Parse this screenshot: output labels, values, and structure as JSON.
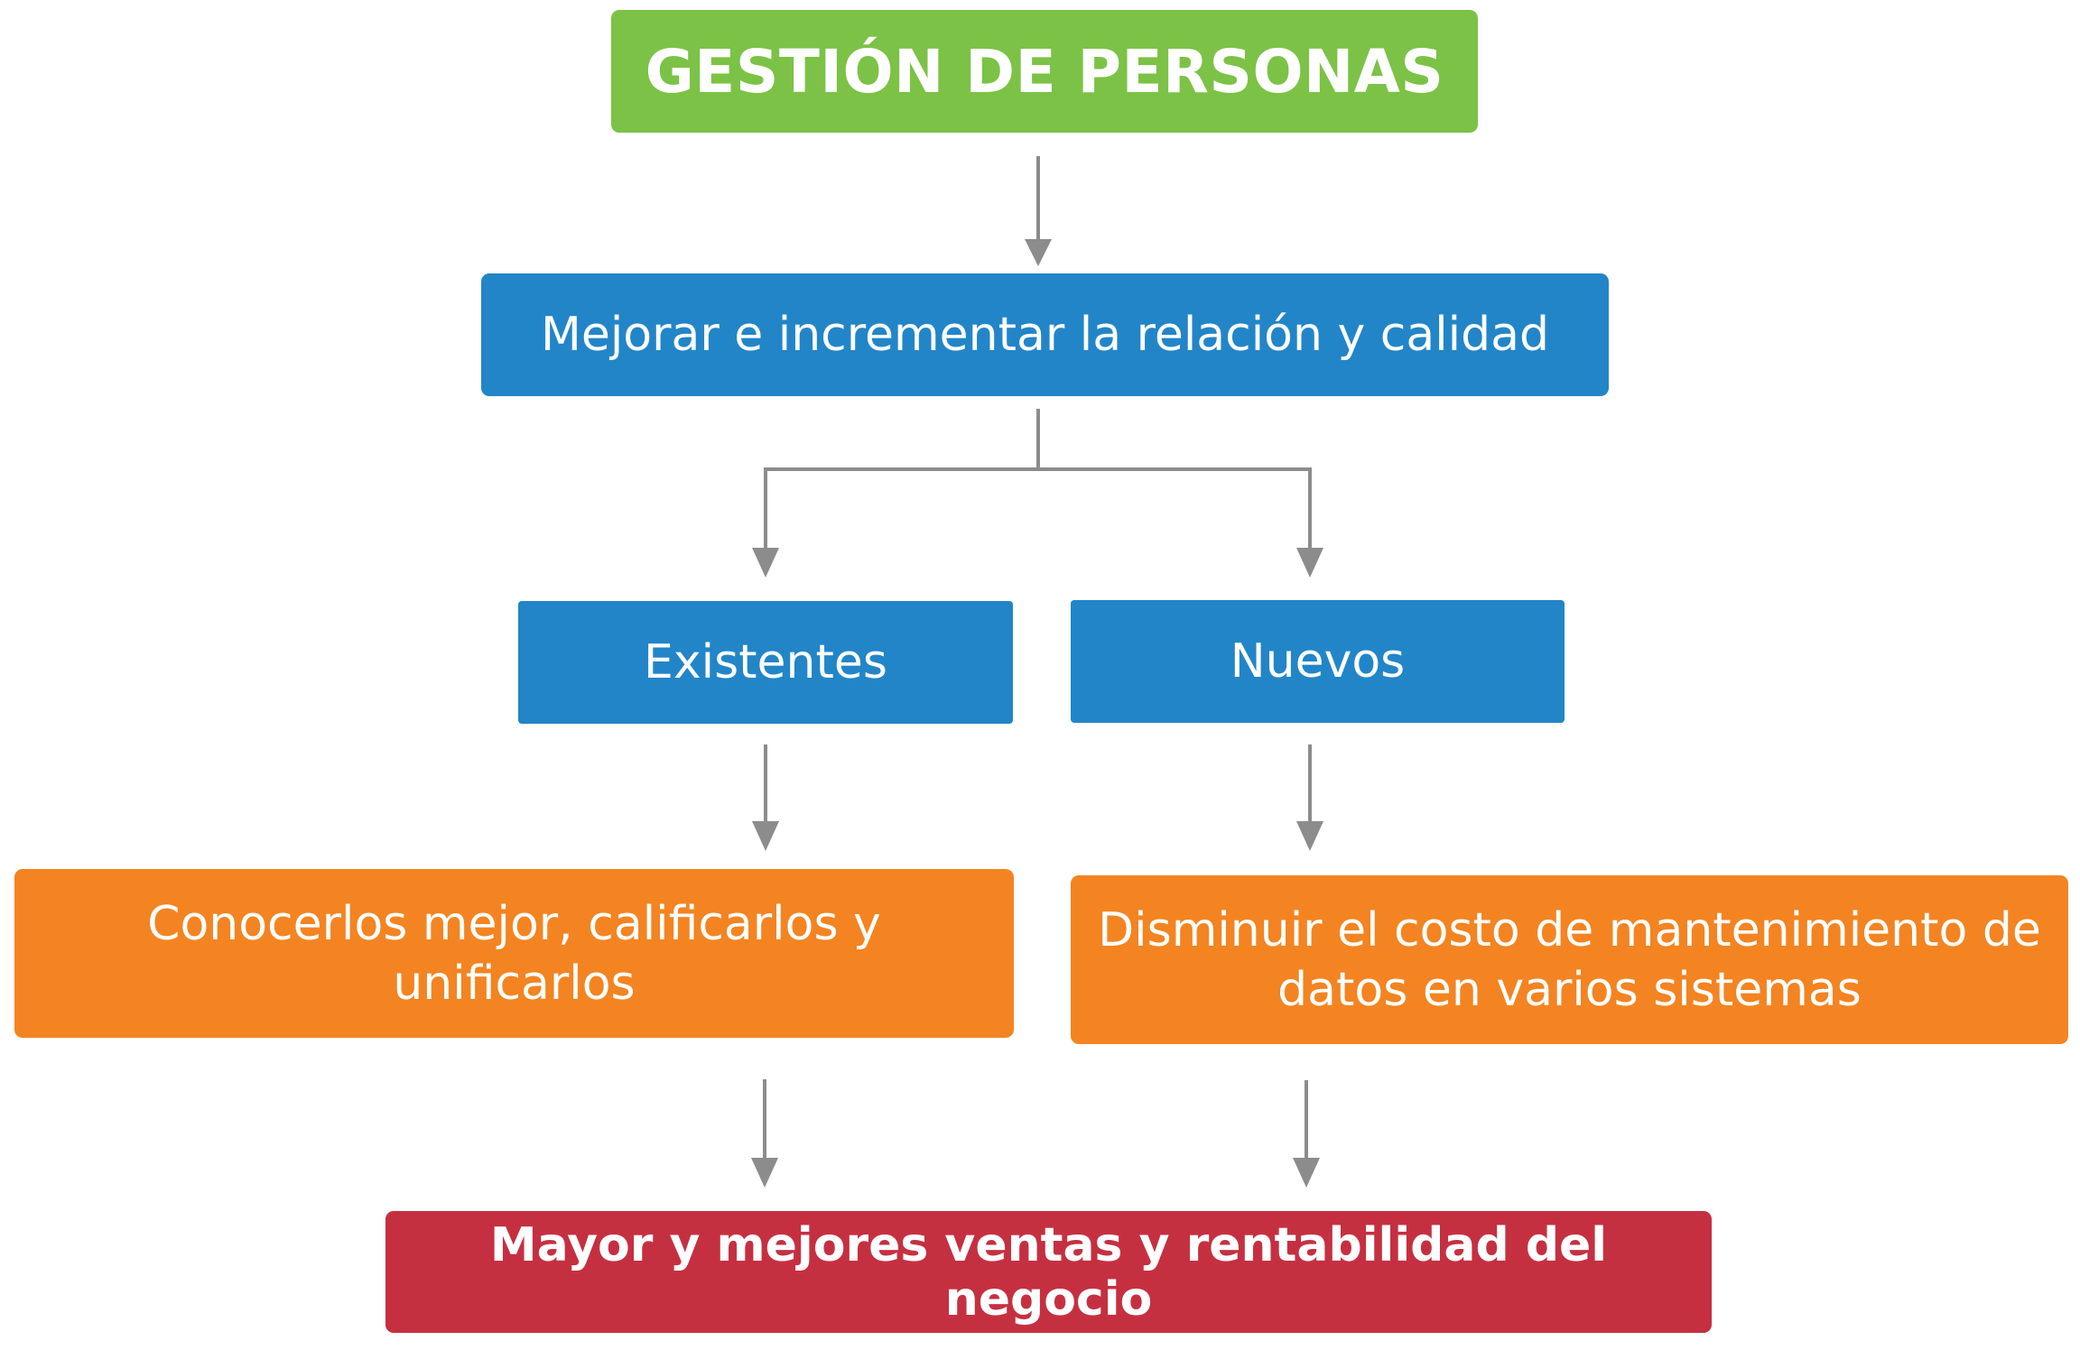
{
  "diagram": {
    "colors": {
      "green": "#7cc246",
      "blue": "#2285c8",
      "orange": "#f38421",
      "red": "#c53041",
      "connector": "#8c8c8c"
    },
    "nodes": {
      "root": "GESTIÓN DE PERSONAS",
      "relation": "Mejorar e incrementar la relación y calidad",
      "existing": "Existentes",
      "new": "Nuevos",
      "existing_goal_line1": "Conocerlos mejor, calificarlos y",
      "existing_goal_line2": "unificarlos",
      "new_goal_line1": "Disminuir el costo de mantenimiento de",
      "new_goal_line2": "datos en varios sistemas",
      "result": "Mayor y mejores ventas y rentabilidad del negocio"
    }
  }
}
